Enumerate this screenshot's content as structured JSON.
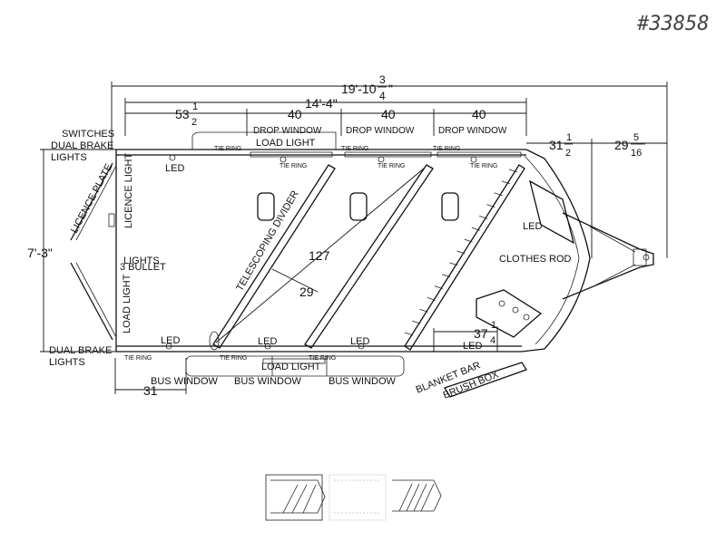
{
  "stock_number": "#33858",
  "dimensions": {
    "overall_length": "19'-10",
    "overall_frac_num": "3",
    "overall_frac_den": "4",
    "overall_unit": "\"",
    "body_length": "14'-4\"",
    "front_section": "53",
    "front_frac_num": "1",
    "front_frac_den": "2",
    "window_a": "40",
    "window_b": "40",
    "window_c": "40",
    "nose": "31",
    "nose_frac_num": "1",
    "nose_frac_den": "2",
    "tongue": "29",
    "tongue_frac_num": "5",
    "tongue_frac_den": "16",
    "width": "7'-3\"",
    "divider_length": "127",
    "divider_gap": "29",
    "tack_depth": "37",
    "tack_frac_num": "1",
    "tack_frac_den": "4",
    "rear_offset": "31"
  },
  "labels": {
    "switches": "SWITCHES",
    "dual_brake_lights": "DUAL BRAKE",
    "lights": "LIGHTS",
    "drop_window": "DROP WINDOW",
    "load_light": "LOAD LIGHT",
    "tie_ring": "TIE RING",
    "led": "LED",
    "licence_plate": "LICENCE PLATE",
    "licence_light": "LICENCE LIGHT",
    "bullet_lights_1": "3 BULLET",
    "bullet_lights_2": "LIGHTS",
    "load_light_vertical": "LOAD LIGHT",
    "telescoping_divider": "TELESCOPING DIVIDER",
    "clothes_rod": "CLOTHES ROD",
    "bus_window": "BUS WINDOW",
    "blanket_bar": "BLANKET BAR",
    "brush_box": "BRUSH BOX"
  }
}
